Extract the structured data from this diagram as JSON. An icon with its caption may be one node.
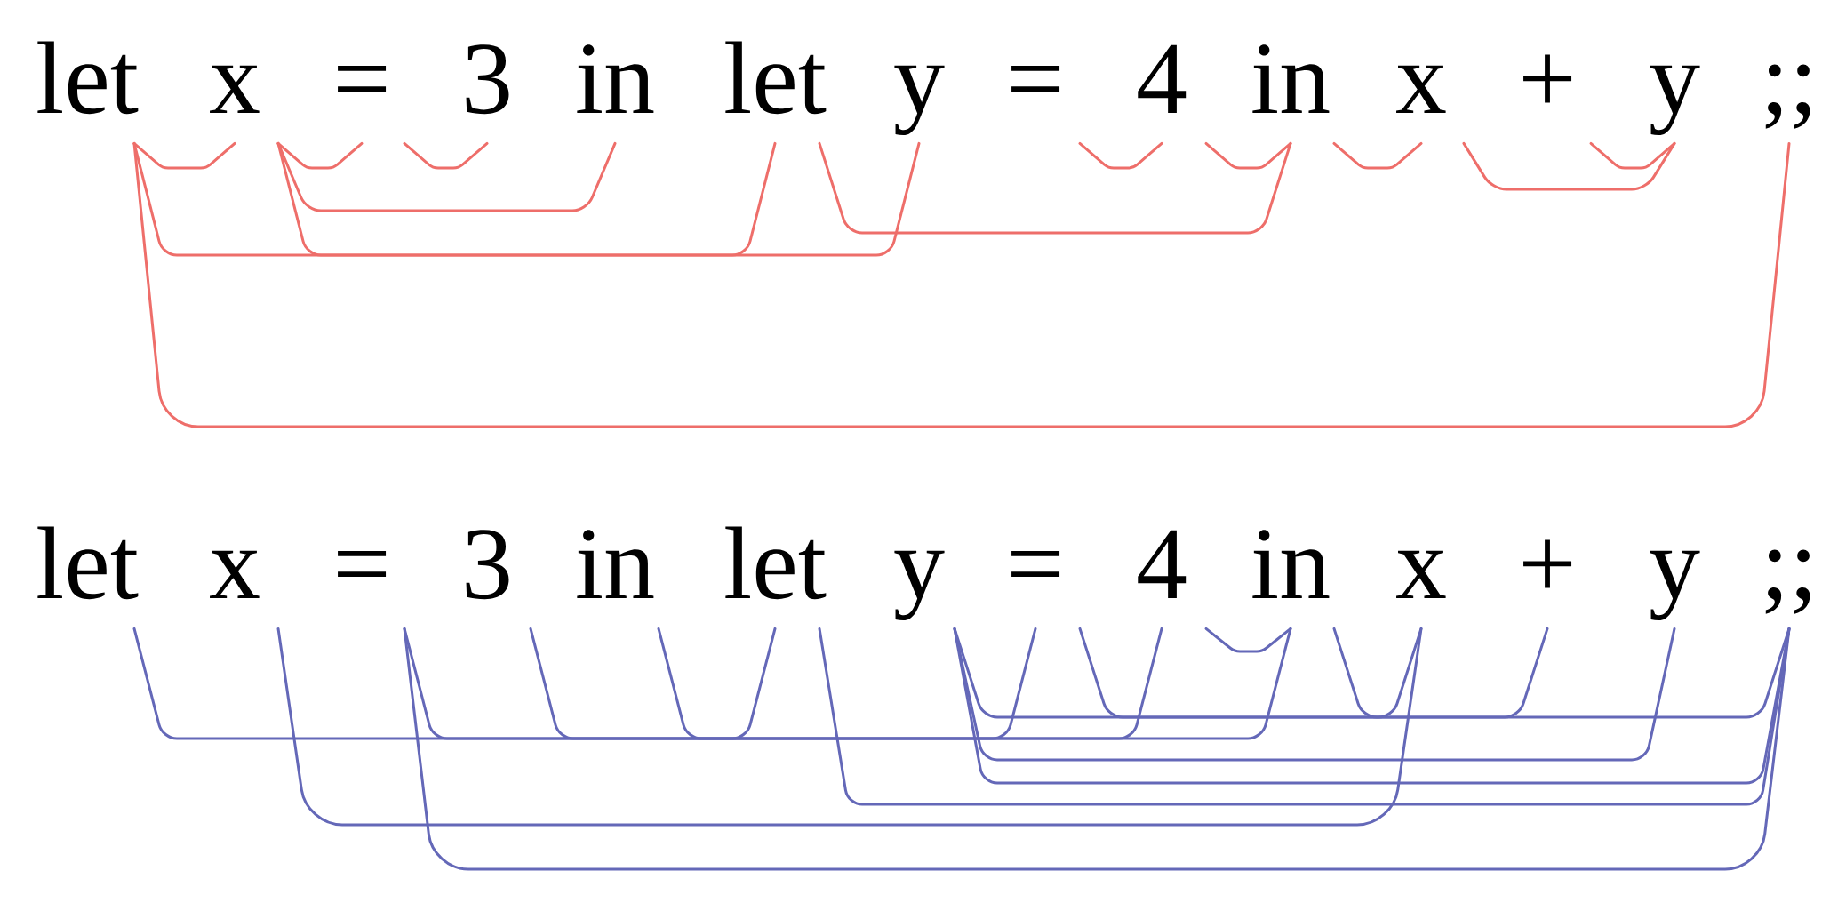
{
  "diagram": {
    "nodes": [
      {
        "text": [
          "let"
        ]
      },
      {
        "text": [
          "x"
        ]
      },
      {
        "text": [
          "="
        ]
      },
      {
        "text": [
          "3"
        ]
      },
      {
        "text": [
          "in"
        ]
      },
      {
        "text": [
          "let"
        ]
      },
      {
        "text": [
          "y"
        ]
      },
      {
        "text": [
          "="
        ]
      },
      {
        "text": [
          "4"
        ]
      },
      {
        "text": [
          "in"
        ]
      },
      {
        "text": [
          "x"
        ]
      },
      {
        "text": [
          "+"
        ]
      },
      {
        "text": [
          "y"
        ]
      },
      {
        "text": [
          ";;"
        ]
      },
      {
        "text": [
          "let"
        ]
      },
      {
        "text": [
          "x"
        ]
      },
      {
        "text": [
          "="
        ]
      },
      {
        "text": [
          "3"
        ]
      },
      {
        "text": [
          "in"
        ]
      },
      {
        "text": [
          "let"
        ]
      },
      {
        "text": [
          "y"
        ]
      },
      {
        "text": [
          "="
        ]
      },
      {
        "text": [
          "4"
        ]
      },
      {
        "text": [
          "in"
        ]
      },
      {
        "text": [
          "x"
        ]
      },
      {
        "text": [
          "+"
        ]
      },
      {
        "text": [
          "y"
        ]
      },
      {
        "text": [
          ";;"
        ]
      }
    ],
    "edges": [
      {
        "from": 0,
        "to": 1,
        "arrow": "none",
        "color": "#ee6e6a"
      },
      {
        "from": 1,
        "to": 2,
        "arrow": "none",
        "color": "#ee6e6a"
      },
      {
        "from": 2,
        "to": 3,
        "arrow": "none",
        "color": "#ee6e6a"
      },
      {
        "from": 1,
        "to": 4,
        "arrow": "none",
        "color": "#ee6e6a"
      },
      {
        "from": 0,
        "to": 5,
        "arrow": "none",
        "color": "#ee6e6a"
      },
      {
        "from": 1,
        "to": 6,
        "arrow": "none",
        "color": "#ee6e6a"
      },
      {
        "from": 5,
        "to": 9,
        "arrow": "none",
        "color": "#ee6e6a"
      },
      {
        "from": 7,
        "to": 8,
        "arrow": "none",
        "color": "#ee6e6a"
      },
      {
        "from": 8,
        "to": 9,
        "arrow": "none",
        "color": "#ee6e6a"
      },
      {
        "from": 9,
        "to": 10,
        "arrow": "none",
        "color": "#ee6e6a"
      },
      {
        "from": 10,
        "to": 12,
        "arrow": "none",
        "color": "#ee6e6a"
      },
      {
        "from": 11,
        "to": 12,
        "arrow": "none",
        "color": "#ee6e6a"
      },
      {
        "from": 0,
        "to": 13,
        "arrow": "none",
        "color": "#ee6e6a"
      },
      {
        "from": 14,
        "to": 23,
        "arrow": "none",
        "color": "#6468b8"
      },
      {
        "from": 16,
        "to": 22,
        "arrow": "none",
        "color": "#6468b8"
      },
      {
        "from": 17,
        "to": 21,
        "arrow": "none",
        "color": "#6468b8"
      },
      {
        "from": 18,
        "to": 19,
        "arrow": "none",
        "color": "#6468b8"
      },
      {
        "from": 15,
        "to": 24,
        "arrow": "none",
        "color": "#6468b8"
      },
      {
        "from": 16,
        "to": 27,
        "arrow": "none",
        "color": "#6468b8"
      },
      {
        "from": 19,
        "to": 27,
        "arrow": "none",
        "color": "#6468b8"
      },
      {
        "from": 20,
        "to": 27,
        "arrow": "none",
        "color": "#6468b8"
      },
      {
        "from": 20,
        "to": 26,
        "arrow": "none",
        "color": "#6468b8"
      },
      {
        "from": 20,
        "to": 25,
        "arrow": "none",
        "color": "#6468b8"
      },
      {
        "from": 21,
        "to": 27,
        "arrow": "none",
        "color": "#6468b8"
      },
      {
        "from": 23,
        "to": 24,
        "arrow": "none",
        "color": "#6468b8"
      },
      {
        "from": 22,
        "to": 23,
        "arrow": "none",
        "color": "#6468b8"
      }
    ]
  }
}
